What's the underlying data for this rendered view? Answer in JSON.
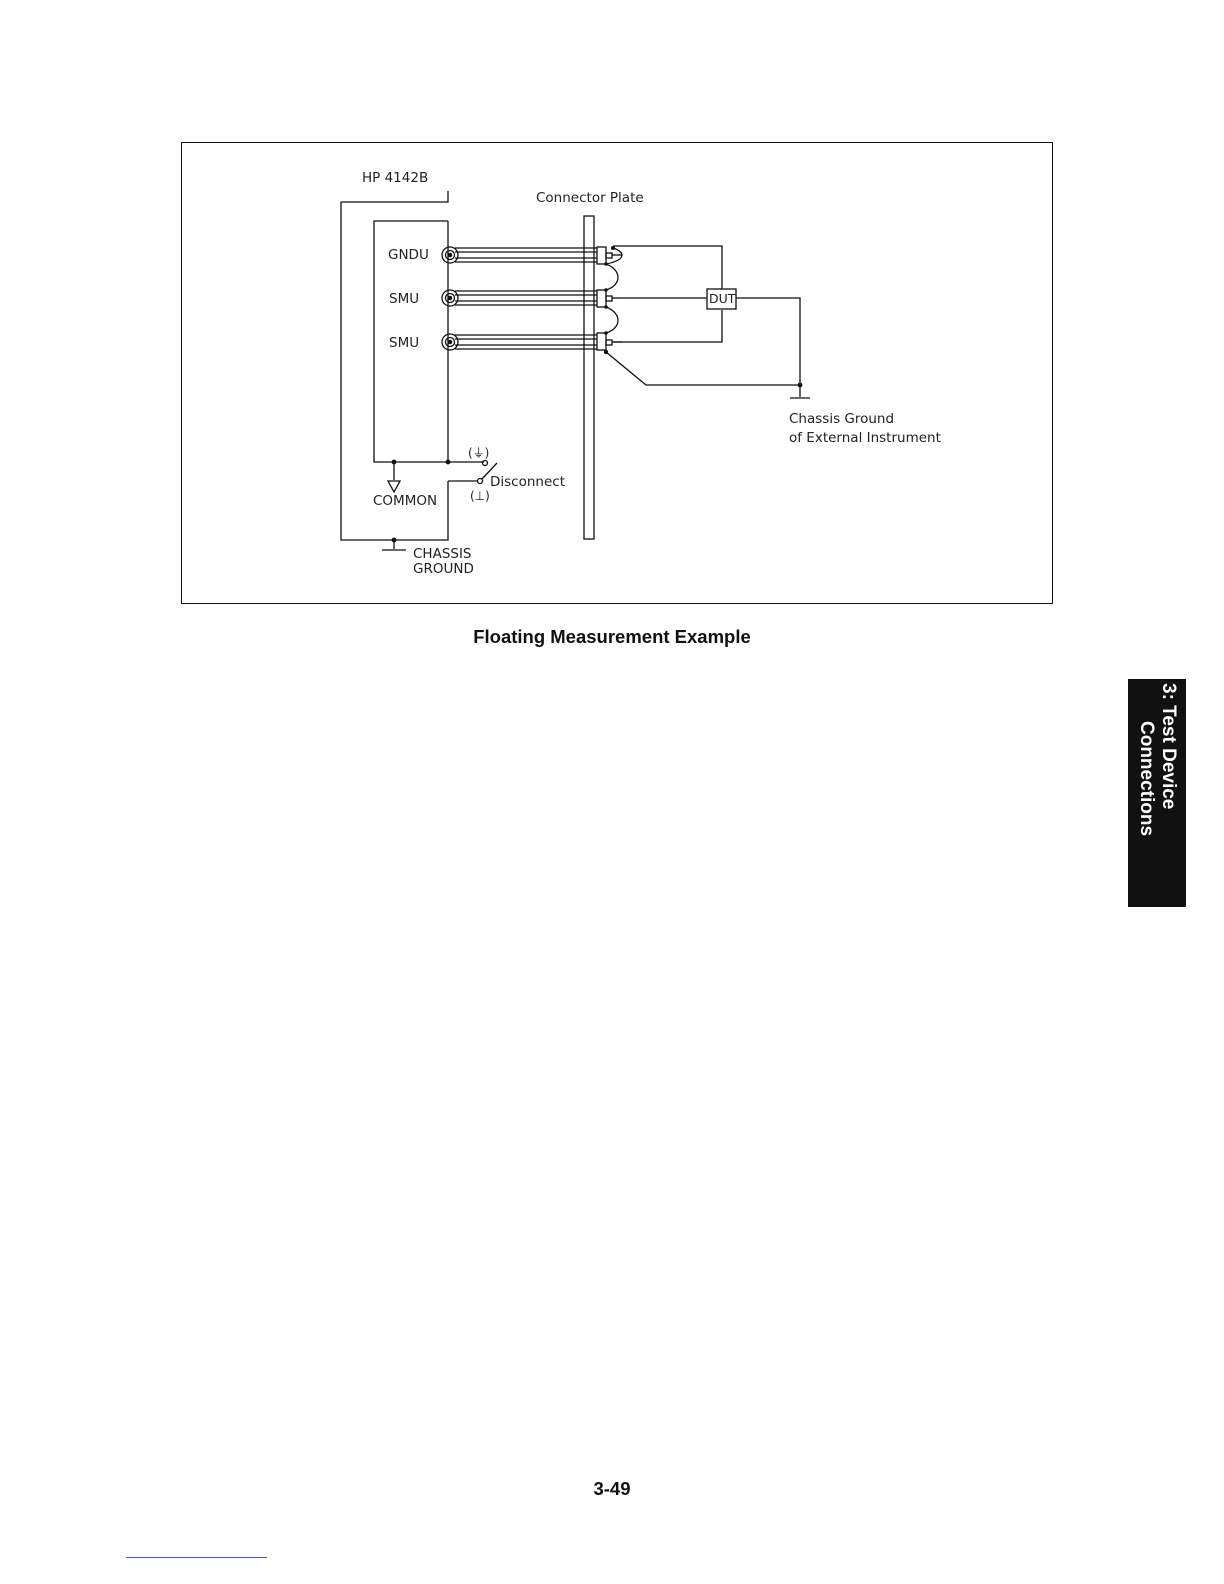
{
  "diagram": {
    "labels": {
      "instrument": "HP 4142B",
      "connector_plate": "Connector Plate",
      "gndu": "GNDU",
      "smu1": "SMU",
      "smu2": "SMU",
      "dut": "DUT",
      "chassis_ground_ext_line1": "Chassis Ground",
      "chassis_ground_ext_line2": "of External Instrument",
      "switch_top": "(⏚)",
      "disconnect": "Disconnect",
      "switch_bottom": "(⊥)",
      "common": "COMMON",
      "chassis_ground_line1": "CHASSIS",
      "chassis_ground_line2": "GROUND"
    }
  },
  "caption": "Floating Measurement Example",
  "side_tab": {
    "line1": "3:  Test Device",
    "line2": "Connections"
  },
  "page_number": "3-49"
}
